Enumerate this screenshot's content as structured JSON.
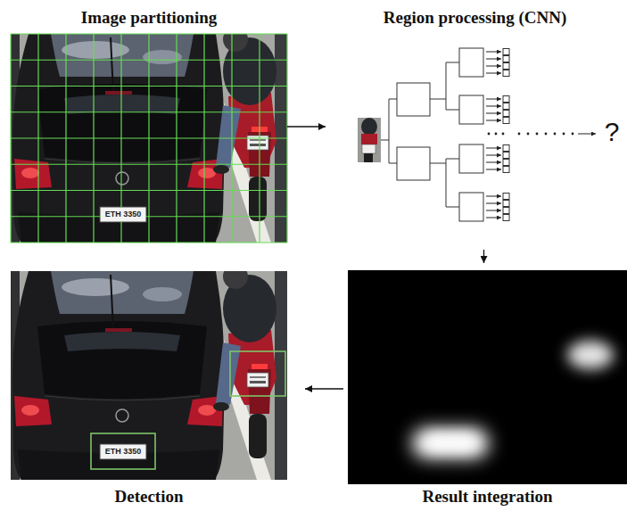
{
  "diagram": {
    "nodes": [
      {
        "text": [
          "Image partitioning"
        ]
      },
      {
        "text": [
          "Region processing (CNN)"
        ]
      },
      {
        "text": [
          "Detection"
        ]
      },
      {
        "text": [
          "Result integration"
        ]
      }
    ],
    "edges": [
      {
        "from": 0,
        "to": 1,
        "arrow": "to"
      },
      {
        "from": 1,
        "to": 3,
        "arrow": "to"
      },
      {
        "from": 3,
        "to": 2,
        "arrow": "to"
      }
    ],
    "labels": [
      "ETH 3350",
      "?",
      "ETH 3350"
    ]
  }
}
